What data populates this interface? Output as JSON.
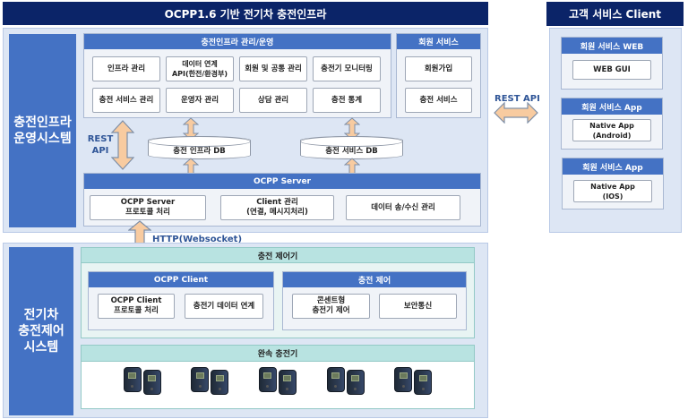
{
  "main_title": "OCPP1.6 기반 전기차 충전인프라",
  "operation_system": {
    "label": "충전인프라\n운영시스템",
    "management": {
      "header": "충전인프라 관리/운영",
      "items": [
        "인프라 관리",
        "데이터 연계\nAPI(한전/환경부)",
        "회원 및 공통 관리",
        "충전기 모니터링",
        "충전 서비스 관리",
        "운영자 관리",
        "상담 관리",
        "충전 통계"
      ]
    },
    "member_service": {
      "header": "회원 서비스",
      "items": [
        "회원가입",
        "충전 서비스"
      ]
    },
    "rest_api_label": "REST\nAPI",
    "databases": [
      "충전 인프라 DB",
      "충전 서비스 DB"
    ],
    "ocpp_server": {
      "header": "OCPP Server",
      "items": [
        "OCPP Server\n프로토콜 처리",
        "Client 관리\n(연결, 메시지처리)",
        "데이터 송/수신 관리"
      ]
    }
  },
  "http_label": "HTTP(Websocket)",
  "charging_system": {
    "label": "전기차\n충전제어\n시스템",
    "controller": {
      "header": "충전 제어기",
      "ocpp_client": {
        "header": "OCPP Client",
        "items": [
          "OCPP Client\n프로토콜 처리",
          "충전기 데이터 연계"
        ]
      },
      "charge_control": {
        "header": "충전 제어",
        "items": [
          "콘센트형\n충전기 제어",
          "보안통신"
        ]
      }
    },
    "chargers": {
      "header": "완속 충전기",
      "count": 5
    }
  },
  "customer_client": {
    "title": "고객 서비스 Client",
    "rest_api_label": "REST API",
    "groups": [
      {
        "header": "회원 서비스 WEB",
        "item": "WEB GUI"
      },
      {
        "header": "회원 서비스 App",
        "item": "Native App\n(Android)"
      },
      {
        "header": "회원 서비스 App",
        "item": "Native App\n(IOS)"
      }
    ]
  },
  "colors": {
    "title_navy": "#0b2468",
    "header_blue": "#4472c4",
    "panel_bg": "#dde6f4",
    "teal_header": "#b8e3e1",
    "arrow_fill": "#f8cba0",
    "label_blue": "#2f5597"
  }
}
